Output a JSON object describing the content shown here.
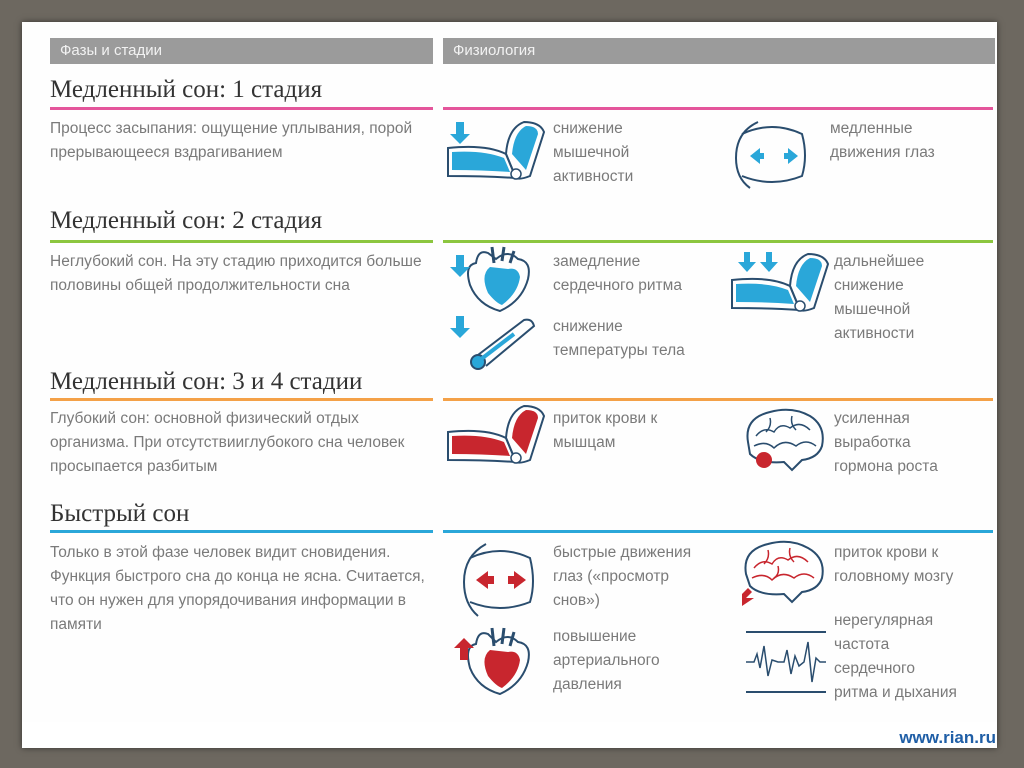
{
  "header": {
    "phases_title": "Фазы и стадии",
    "physiology_title": "Физиология"
  },
  "colors": {
    "stage1": "#e4559b",
    "stage2": "#8cc63f",
    "stage34": "#f4a148",
    "rem": "#2aa7d9",
    "icon_blue": "#2aa7d9",
    "icon_red": "#c8262e"
  },
  "stages": [
    {
      "title": "Медленный сон: 1 стадия",
      "description": "Процесс засыпания: ощущение уплывания, порой прерывающееся вздрагиванием",
      "effects": [
        {
          "icon": "arm-muscle-down-icon",
          "text": "снижение\nмышечной\nактивности"
        },
        {
          "icon": "eye-slow-movement-icon",
          "text": "медленные\nдвижения глаз"
        }
      ]
    },
    {
      "title": "Медленный сон: 2 стадия",
      "description": "Неглубокий сон. На эту стадию приходится больше половины общей продолжительности сна",
      "effects": [
        {
          "icon": "heart-down-icon",
          "text": "замедление\nсердечного ритма"
        },
        {
          "icon": "arm-muscle-double-down-icon",
          "text": "дальнейшее\nснижение\nмышечной\nактивности"
        },
        {
          "icon": "thermometer-down-icon",
          "text": "снижение\nтемпературы тела"
        }
      ]
    },
    {
      "title": "Медленный сон: 3 и 4 стадии",
      "description": "Глубокий сон: основной физический отдых организма. При отсутствииглубокого сна человек просыпается разбитым",
      "effects": [
        {
          "icon": "arm-blood-flow-icon",
          "text": "приток крови к\nмышцам"
        },
        {
          "icon": "brain-growth-hormone-icon",
          "text": "усиленная\nвыработка\nгормона роста"
        }
      ]
    },
    {
      "title": "Быстрый сон",
      "description": "Только в этой фазе человек видит сновидения. Функция быстрого сна до конца не ясна. Считается, что он нужен для упорядочивания информации в памяти",
      "effects": [
        {
          "icon": "eye-fast-movement-icon",
          "text": "быстрые движения\nглаз («просмотр\nснов»)"
        },
        {
          "icon": "brain-blood-flow-icon",
          "text": "приток крови к\nголовному мозгу"
        },
        {
          "icon": "heart-up-icon",
          "text": "повышение\nартериального\nдавления"
        },
        {
          "icon": "irregular-pulse-icon",
          "text": "нерегулярная\nчастота\nсердечного\nритма и дыхания"
        }
      ]
    }
  ],
  "footer": {
    "site": "www.rian.ru"
  }
}
